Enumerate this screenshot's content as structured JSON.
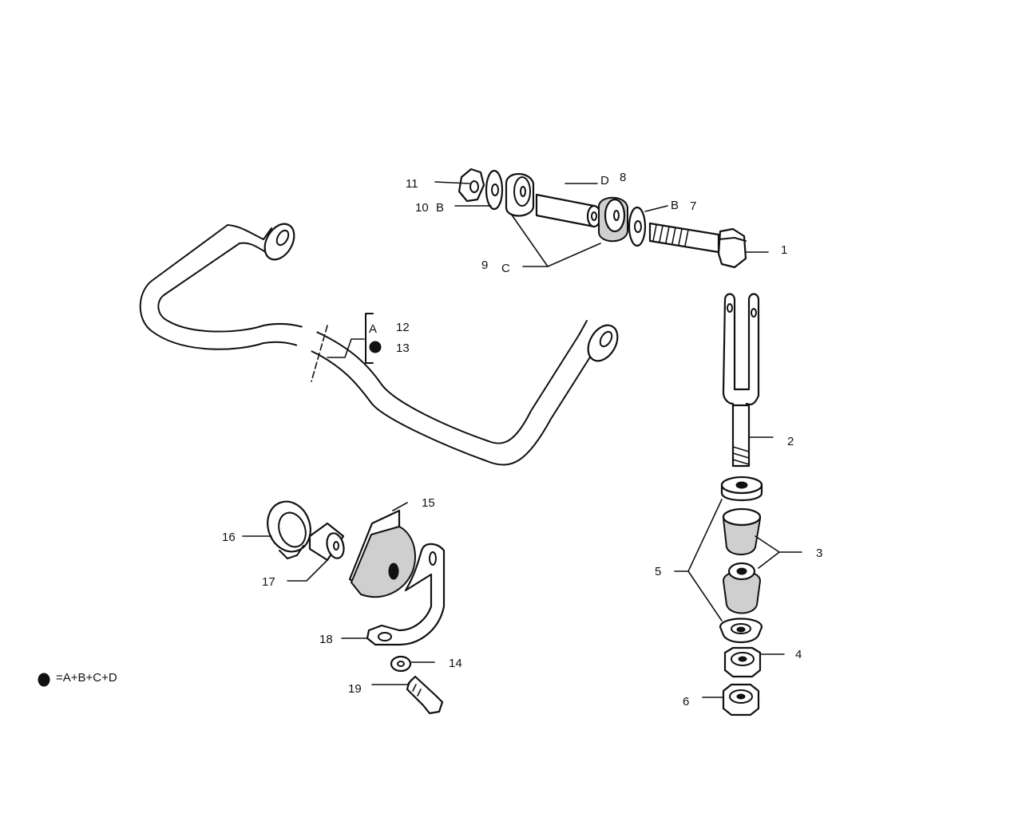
{
  "callouts": {
    "c1": "1",
    "c2": "2",
    "c3": "3",
    "c4": "4",
    "c5": "5",
    "c6": "6",
    "c7": "7",
    "c8": "8",
    "c9": "9",
    "c10": "10",
    "c11": "11",
    "c12": "12",
    "c13": "13",
    "c14": "14",
    "c15": "15",
    "c16": "16",
    "c17": "17",
    "c18": "18",
    "c19": "19"
  },
  "letters": {
    "A": "A",
    "B_10": "B",
    "B_7": "B",
    "C": "C",
    "D": "D"
  },
  "legend": {
    "formula": "=A+B+C+D"
  }
}
